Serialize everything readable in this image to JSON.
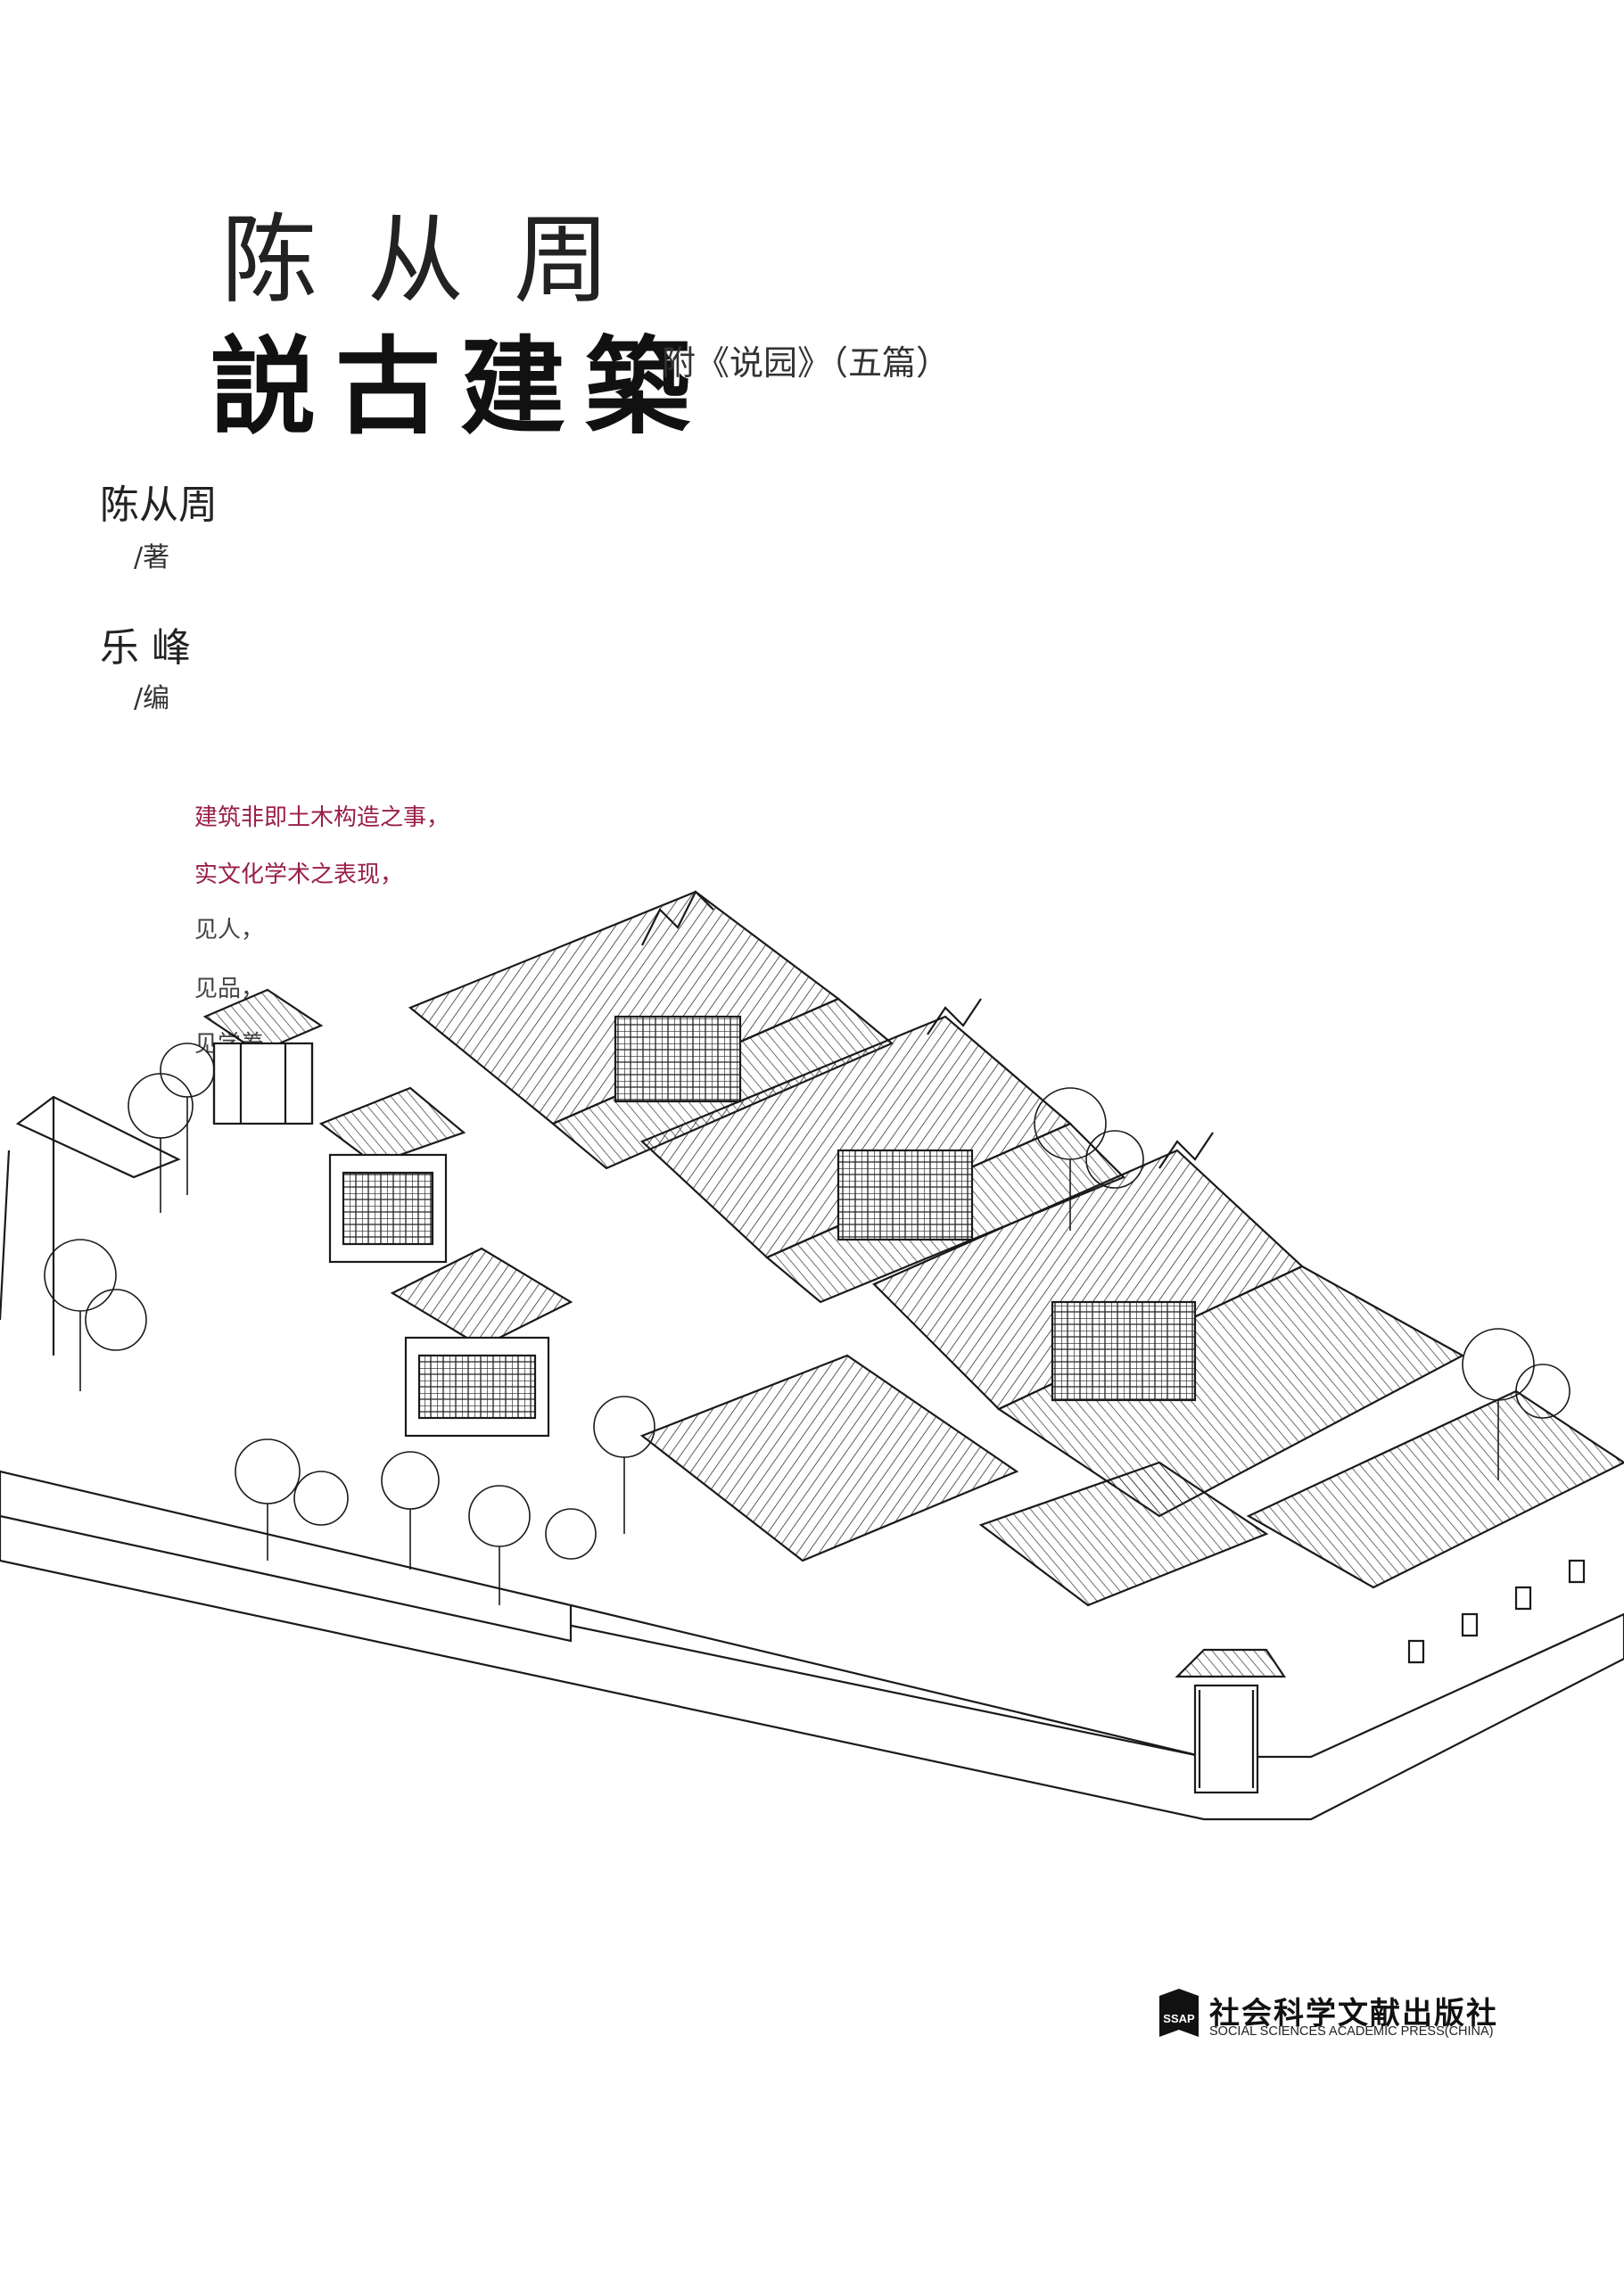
{
  "cover": {
    "series_title": "陈从周",
    "book_title": "説古建築",
    "subtitle": "附《说园》（五篇）",
    "author": "陈从周",
    "author_role": "/著",
    "editor": "乐  峰",
    "editor_role": "/编",
    "quote_lines": [
      "建筑非即土木构造之事，",
      "实文化学术之表现，",
      "见人，",
      "见品，",
      "见学养。"
    ],
    "publisher": {
      "name_cn": "社会科学文献出版社",
      "name_en": "SOCIAL SCIENCES ACADEMIC PRESS(CHINA)",
      "logo_text": "SSAP"
    }
  },
  "colors": {
    "quote_accent": "#9a1f4a",
    "ink": "#1a1a1a"
  }
}
